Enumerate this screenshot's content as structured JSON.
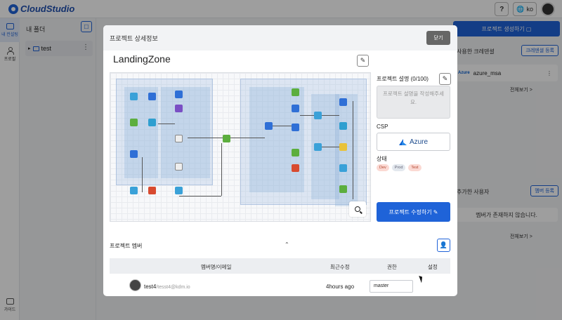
{
  "app": {
    "logo_text": "CloudStudio",
    "lang": "ko"
  },
  "rail": {
    "items": [
      {
        "label": "내 컨설팅"
      },
      {
        "label": "프로필"
      },
      {
        "label": "가이드"
      }
    ]
  },
  "folders": {
    "title": "내 폴더",
    "items": [
      {
        "label": "test"
      }
    ]
  },
  "right_panel": {
    "create_button": "프로젝트 생성하기",
    "cred_section": "사용한 크레덴셜",
    "cred_button": "크레덴셜 등록",
    "cred_item": {
      "csp": "Azure",
      "name": "azure_msa"
    },
    "more": "전체보기 >",
    "member_section": "추가한 사용자",
    "member_button": "멤버 등록",
    "empty_text": "멤버가 존재하지 않습니다.",
    "more2": "전체보기 >"
  },
  "modal": {
    "title": "프로젝트 상세정보",
    "close_label": "닫기",
    "project_name": "LandingZone",
    "description": {
      "label": "프로젝트 설명 (0/100)",
      "placeholder": "프로젝트 설명을 작성해주세요."
    },
    "csp": {
      "label": "CSP",
      "value": "Azure"
    },
    "status": {
      "label": "상태",
      "badges": [
        "Dev",
        "Prod",
        "Test"
      ]
    },
    "edit_button": "프로젝트 수정하기",
    "members": {
      "label": "프로젝트 멤버",
      "columns": [
        "멤버명/이메일",
        "최근수정",
        "권한",
        "설정"
      ],
      "rows": [
        {
          "name": "test4",
          "email": "/tesst4@kdm.io",
          "updated": "4hours ago",
          "role": "master"
        }
      ]
    }
  },
  "colors": {
    "primary": "#1f63d8",
    "overlay": "rgba(0,0,0,0.38)",
    "badge_red": "#fbd9d3"
  }
}
